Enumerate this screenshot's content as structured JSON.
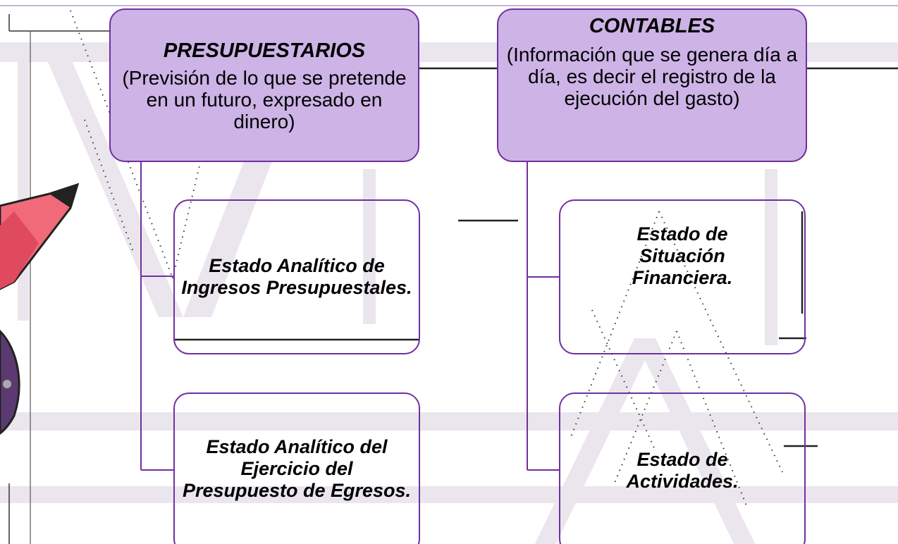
{
  "colors": {
    "accent": "#7030a0",
    "header_fill": "#cdb3e6",
    "watermark": "#ebe6ee",
    "pencil_pink": "#f06a7a",
    "dark": "#222222"
  },
  "diagram": {
    "presupuestarios": {
      "title": "PRESUPUESTARIOS",
      "description": "(Previsión de lo que se pretende en un futuro, expresado en dinero)",
      "items": [
        "Estado Analítico de Ingresos Presupuestales.",
        "Estado Analítico del Ejercicio del Presupuesto de Egresos."
      ]
    },
    "contables": {
      "title": "CONTABLES",
      "description": "(Información que se genera día a día, es decir el registro de la ejecución del gasto)",
      "items": [
        "Estado de Situación Financiera.",
        "Estado de Actividades."
      ]
    }
  }
}
